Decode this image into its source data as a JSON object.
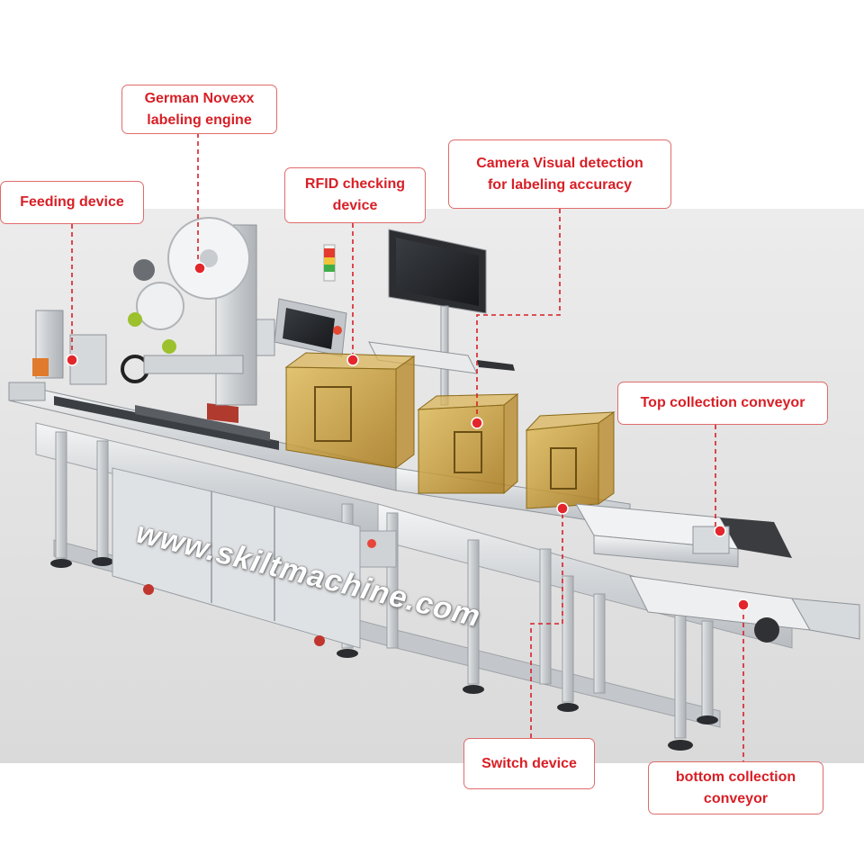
{
  "callouts": {
    "feeding": "Feeding device",
    "labeling": "German Novexx\nlabeling engine",
    "rfid": "RFID checking\ndevice",
    "camera": "Camera Visual detection\nfor  labeling accuracy",
    "top_conveyor": "Top collection conveyor",
    "switch": "Switch device",
    "bottom_conveyor": "bottom collection\nconveyor"
  },
  "watermark": "www.skiltmachine.com",
  "colors": {
    "accent": "#d81f26",
    "callout_border": "#e06b6b",
    "frame": "#c9ccd0",
    "amber_cover": "#c89b2f"
  }
}
